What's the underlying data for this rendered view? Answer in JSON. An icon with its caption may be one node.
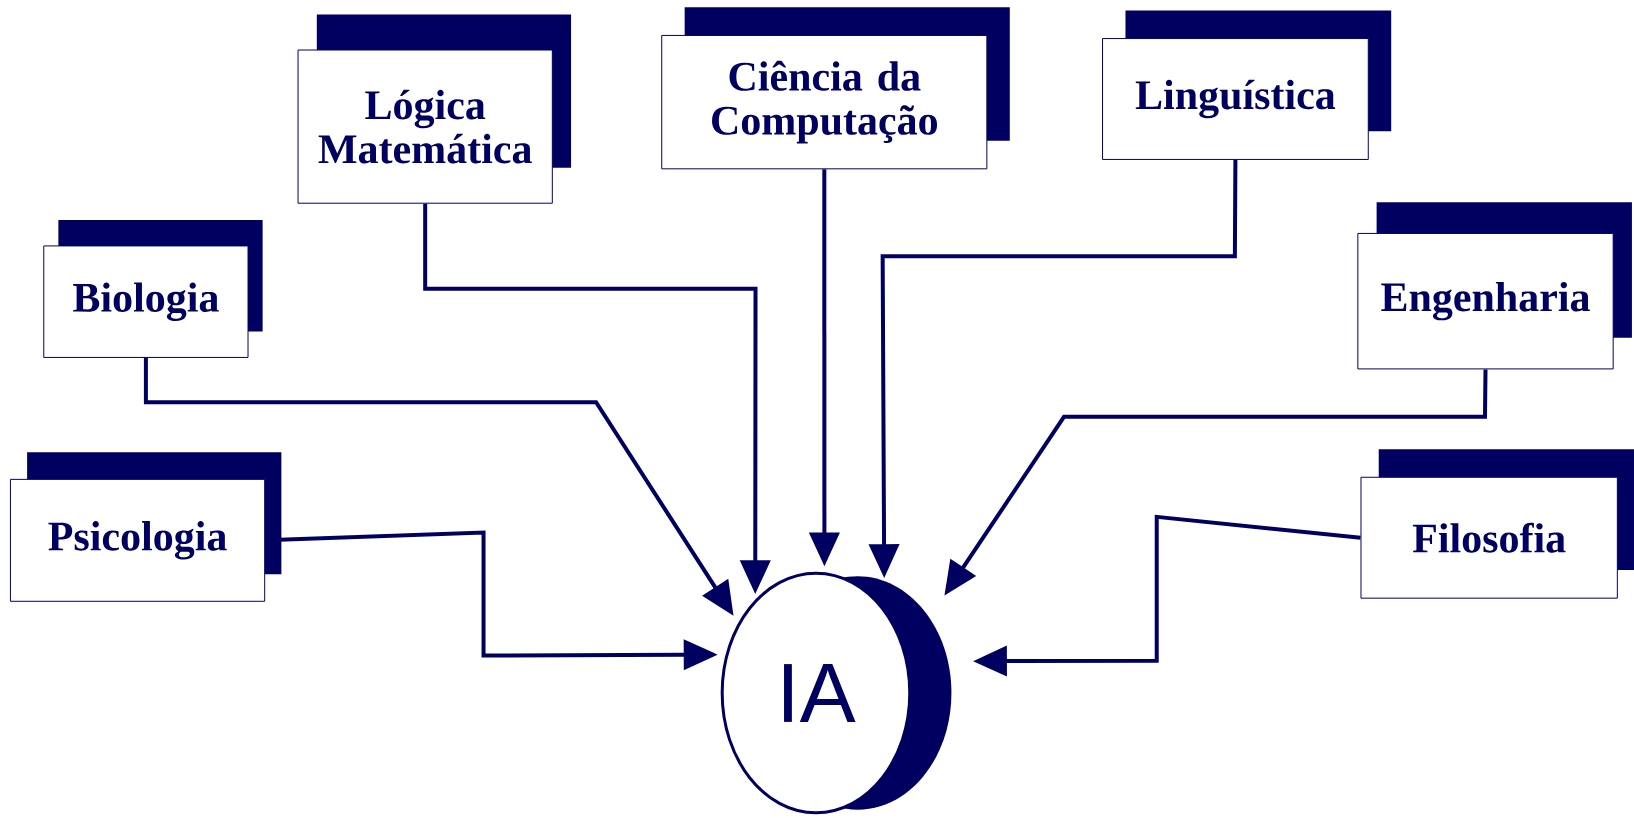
{
  "diagram": {
    "nodes": [
      {
        "text": [
          "Lógica Matemática"
        ]
      },
      {
        "text": [
          "Ciência da Computação"
        ]
      },
      {
        "text": [
          "Linguística"
        ]
      },
      {
        "text": [
          "Biologia"
        ]
      },
      {
        "text": [
          "Engenharia"
        ]
      },
      {
        "text": [
          "Psicologia"
        ]
      },
      {
        "text": [
          "Filosofia"
        ]
      },
      {
        "text": [
          "IA"
        ]
      }
    ],
    "edges": [
      {
        "from": 0,
        "to": 7,
        "arrow": "to"
      },
      {
        "from": 1,
        "to": 7,
        "arrow": "to"
      },
      {
        "from": 2,
        "to": 7,
        "arrow": "to"
      },
      {
        "from": 3,
        "to": 7,
        "arrow": "to"
      },
      {
        "from": 4,
        "to": 7,
        "arrow": "to"
      },
      {
        "from": 5,
        "to": 7,
        "arrow": "to"
      },
      {
        "from": 6,
        "to": 7,
        "arrow": "to"
      }
    ]
  }
}
